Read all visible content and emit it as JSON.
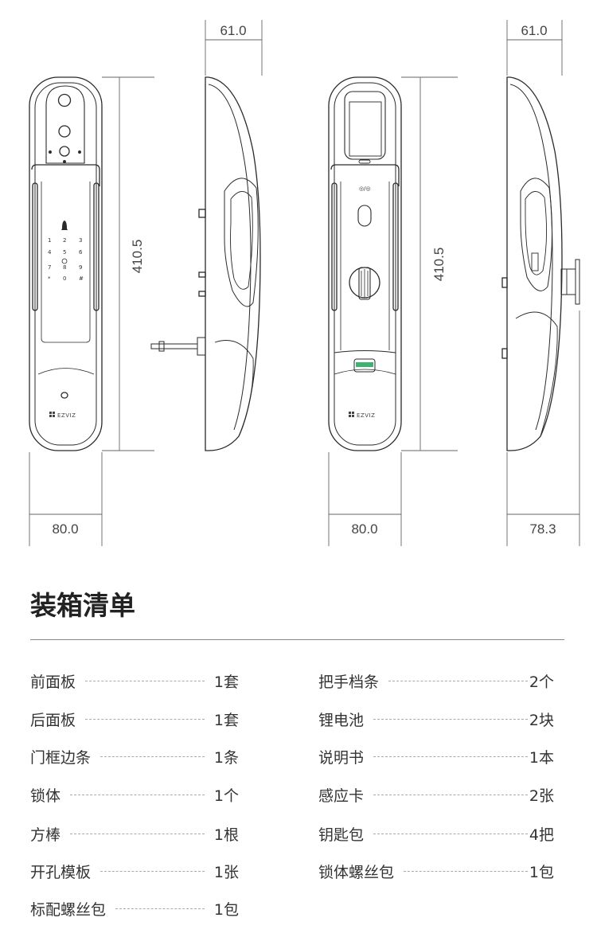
{
  "dimensions": {
    "side_depth": "61.0",
    "height": "410.5",
    "front_width": "80.0",
    "back_width": "80.0",
    "side_overall": "78.3"
  },
  "front_panel": {
    "keypad": [
      "1",
      "2",
      "3",
      "4",
      "5",
      "6",
      "7",
      "8",
      "9",
      "*",
      "0",
      "#"
    ],
    "brand": "EZVIZ"
  },
  "back_panel": {
    "brand": "EZVIZ",
    "mode_label": "◎/◎"
  },
  "packing_list": {
    "title": "装箱清单",
    "left": [
      {
        "name": "前面板",
        "qty": "1套"
      },
      {
        "name": "后面板",
        "qty": "1套"
      },
      {
        "name": "门框边条",
        "qty": "1条"
      },
      {
        "name": "锁体",
        "qty": "1个"
      },
      {
        "name": "方棒",
        "qty": "1根"
      },
      {
        "name": "开孔模板",
        "qty": "1张"
      },
      {
        "name": "标配螺丝包",
        "qty": "1包"
      }
    ],
    "right": [
      {
        "name": "把手档条",
        "qty": "2个"
      },
      {
        "name": "锂电池",
        "qty": "2块"
      },
      {
        "name": "说明书",
        "qty": "1本"
      },
      {
        "name": "感应卡",
        "qty": "2张"
      },
      {
        "name": "钥匙包",
        "qty": "4把"
      },
      {
        "name": "锁体螺丝包",
        "qty": "1包"
      }
    ]
  },
  "colors": {
    "line": "#2a2a2a",
    "dim_line": "#666666",
    "accent_green": "#3cb371"
  }
}
